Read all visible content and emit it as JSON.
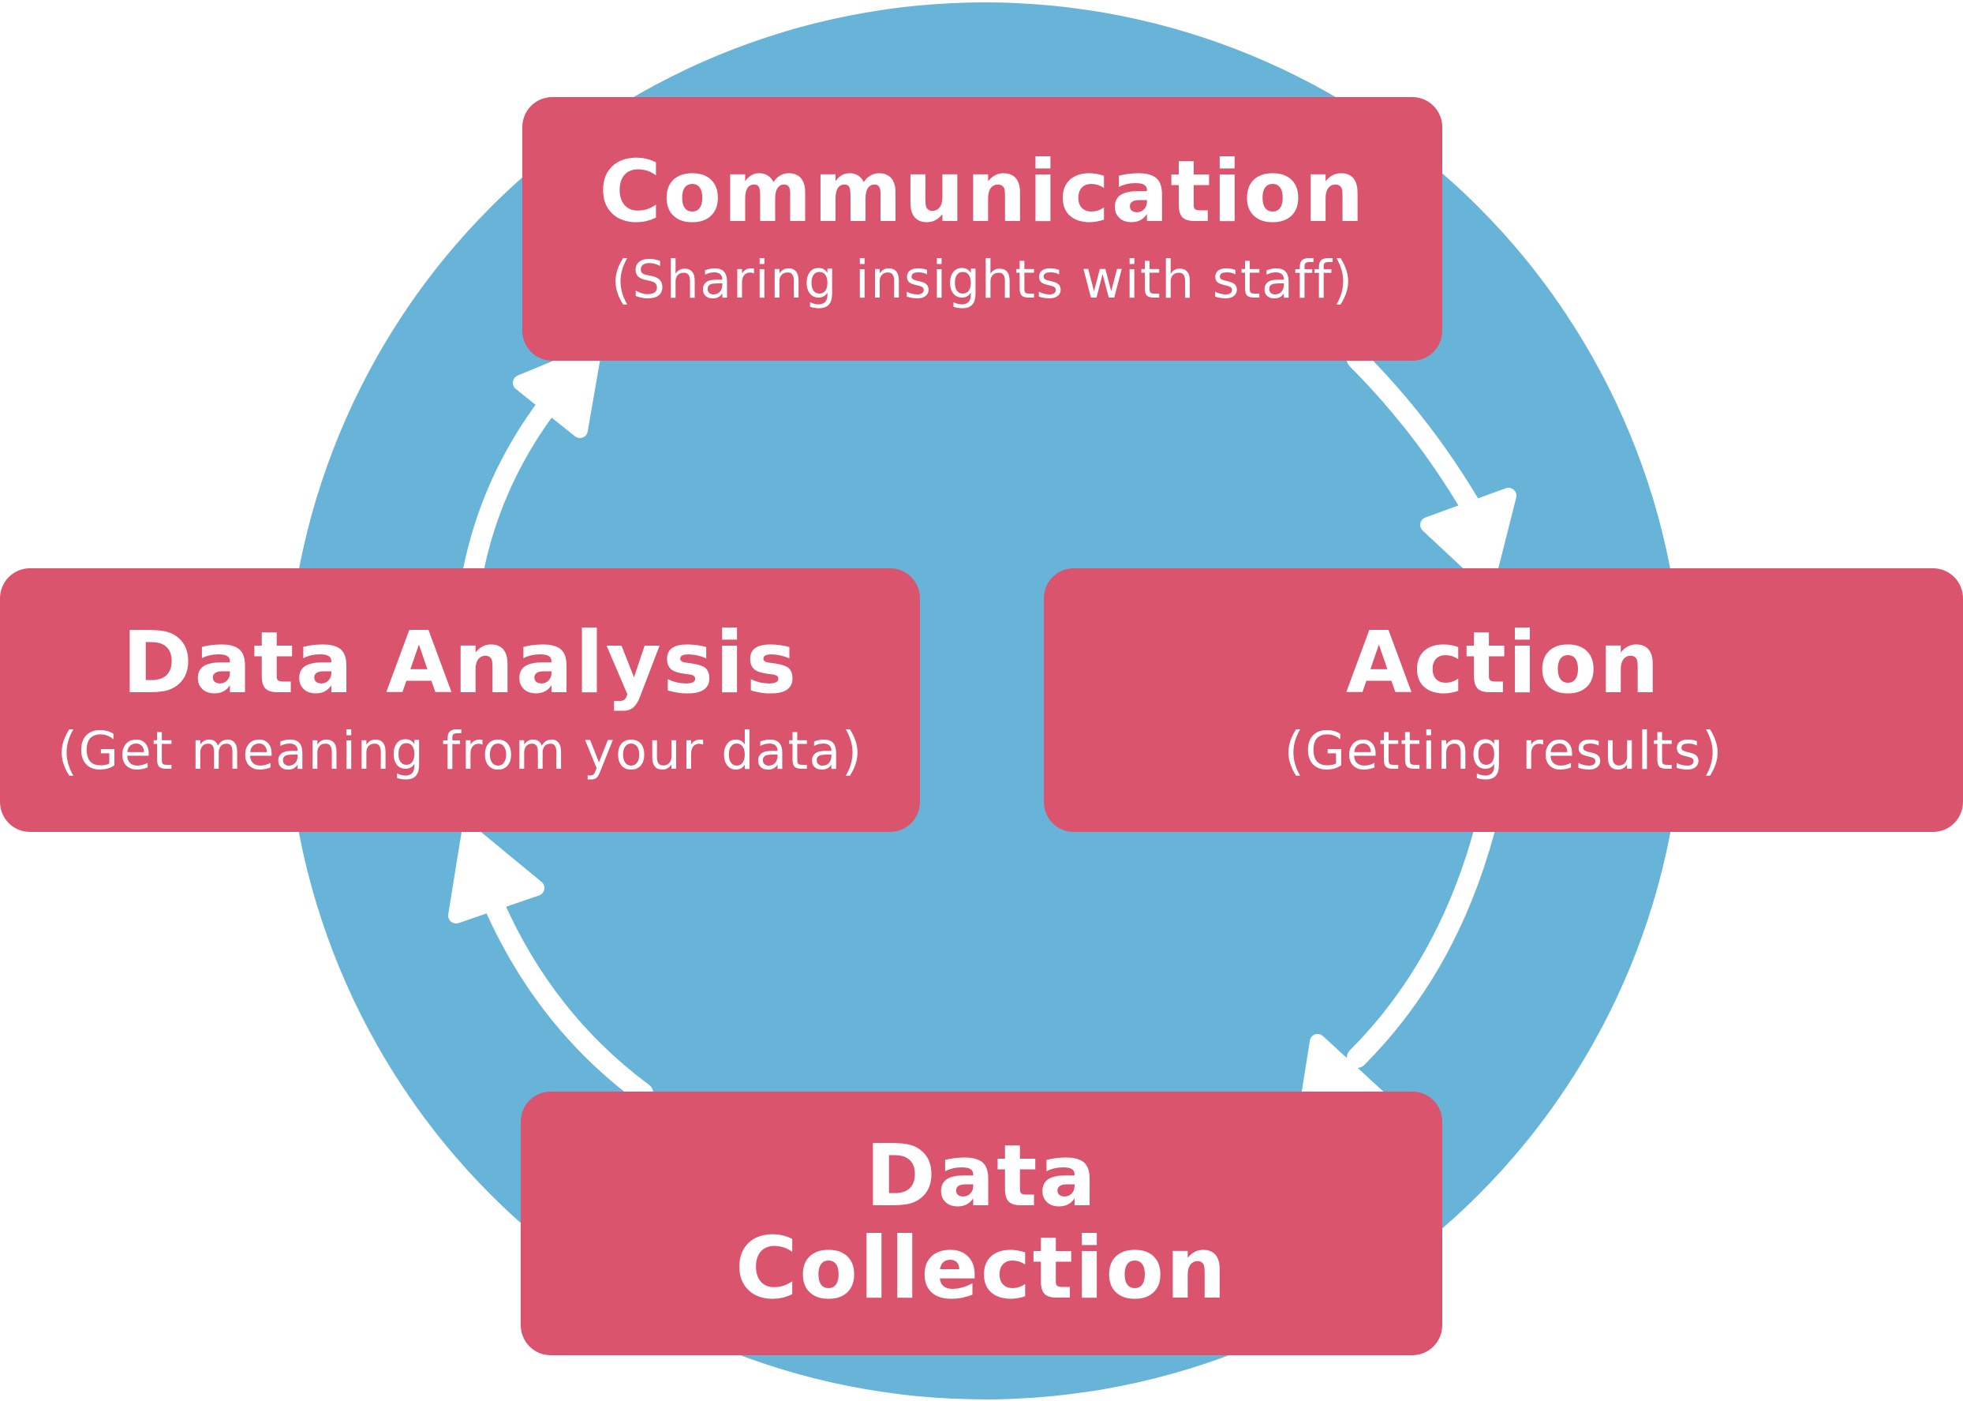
{
  "colors": {
    "circle": "#67b4d8",
    "box": "#da546e",
    "text": "#ffffff",
    "arrow": "#ffffff"
  },
  "nodes": {
    "communication": {
      "title": "Communication",
      "subtitle": "(Sharing insights with staff)"
    },
    "action": {
      "title": "Action",
      "subtitle": "(Getting results)"
    },
    "data_collection": {
      "title_line1": "Data",
      "title_line2": "Collection"
    },
    "data_analysis": {
      "title": "Data Analysis",
      "subtitle": "(Get meaning from your data)"
    }
  }
}
